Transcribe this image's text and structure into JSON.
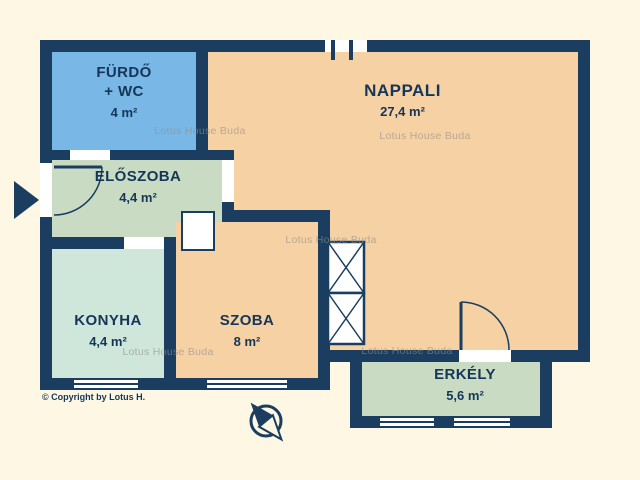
{
  "meta": {
    "watermark": "Lotus House Buda",
    "copyright": "© Copyright by Lotus H."
  },
  "colors": {
    "wall": "#1b3e60",
    "background": "#fdf7e3",
    "bathroom_fill": "#78b7e6",
    "hallway_fill": "#c9dcc3",
    "kitchen_fill": "#cfe6db",
    "living_and_room_fill": "#f6d1a3",
    "balcony_fill": "#c9dcc3"
  },
  "rooms": [
    {
      "name": "FÜRDŐ",
      "name_line2": "+ WC",
      "area": "4 m²"
    },
    {
      "name": "ELŐSZOBA",
      "area": "4,4 m²"
    },
    {
      "name": "NAPPALI",
      "area": "27,4 m²"
    },
    {
      "name": "KONYHA",
      "area": "4,4 m²"
    },
    {
      "name": "SZOBA",
      "area": "8 m²"
    },
    {
      "name": "ERKÉLY",
      "area": "5,6 m²"
    }
  ]
}
